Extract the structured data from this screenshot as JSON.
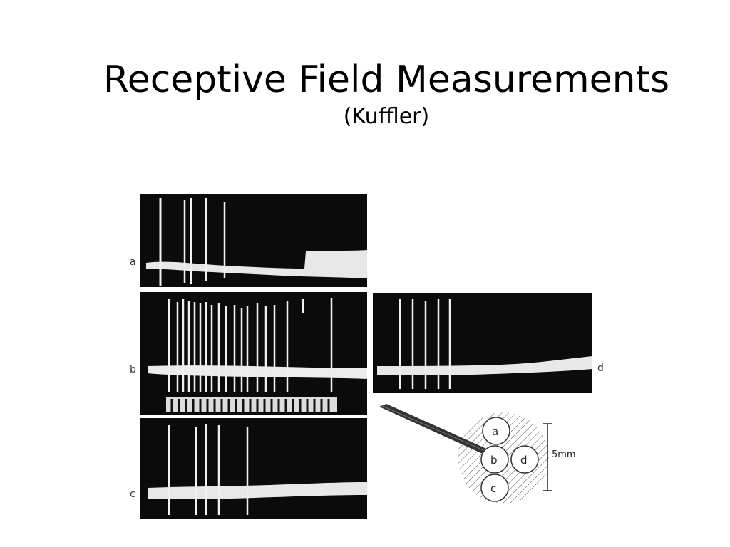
{
  "slide": {
    "title": "Receptive Field Measurements",
    "subtitle": "(Kuffler)"
  },
  "figure": {
    "trace_labels": [
      "a",
      "b",
      "c",
      "d"
    ],
    "diagram": {
      "spot_labels": [
        "a",
        "b",
        "c",
        "d"
      ],
      "scale_label": "5mm"
    }
  }
}
